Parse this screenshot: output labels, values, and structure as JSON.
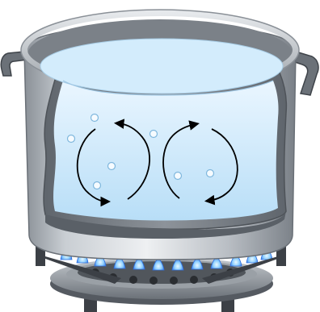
{
  "diagram": {
    "subject": "pot-on-burner",
    "colors": {
      "steel_light": "#e9ecef",
      "steel_mid": "#b7bcc2",
      "steel_dark": "#6f757c",
      "steel_darker": "#4e5359",
      "water_top": "#e8f5ff",
      "water_bottom": "#bfe3fa",
      "water_surface": "#d6efff",
      "bubble_fill": "#f6fbff",
      "bubble_stroke": "#7fb7dd",
      "arrow": "#000000",
      "flame_outer": "#2e6fe0",
      "flame_inner": "#bfe9ff",
      "burner_ring": "#8d9399",
      "grate": "#3c4046"
    },
    "icons": {
      "left_cell": "convection-arrow-left",
      "right_cell": "convection-arrow-right",
      "bubbles": "bubble-icon",
      "flames": "flame-icon"
    },
    "bubbles": [
      {
        "id": "b1"
      },
      {
        "id": "b2"
      },
      {
        "id": "b3"
      },
      {
        "id": "b4"
      },
      {
        "id": "b5"
      },
      {
        "id": "b6"
      },
      {
        "id": "b7"
      }
    ],
    "flames": [
      {
        "id": "f1"
      },
      {
        "id": "f2"
      },
      {
        "id": "f3"
      },
      {
        "id": "f4"
      },
      {
        "id": "f5"
      },
      {
        "id": "f6"
      },
      {
        "id": "f7"
      },
      {
        "id": "f8"
      },
      {
        "id": "f9"
      },
      {
        "id": "f10"
      },
      {
        "id": "f11"
      },
      {
        "id": "f12"
      }
    ]
  }
}
